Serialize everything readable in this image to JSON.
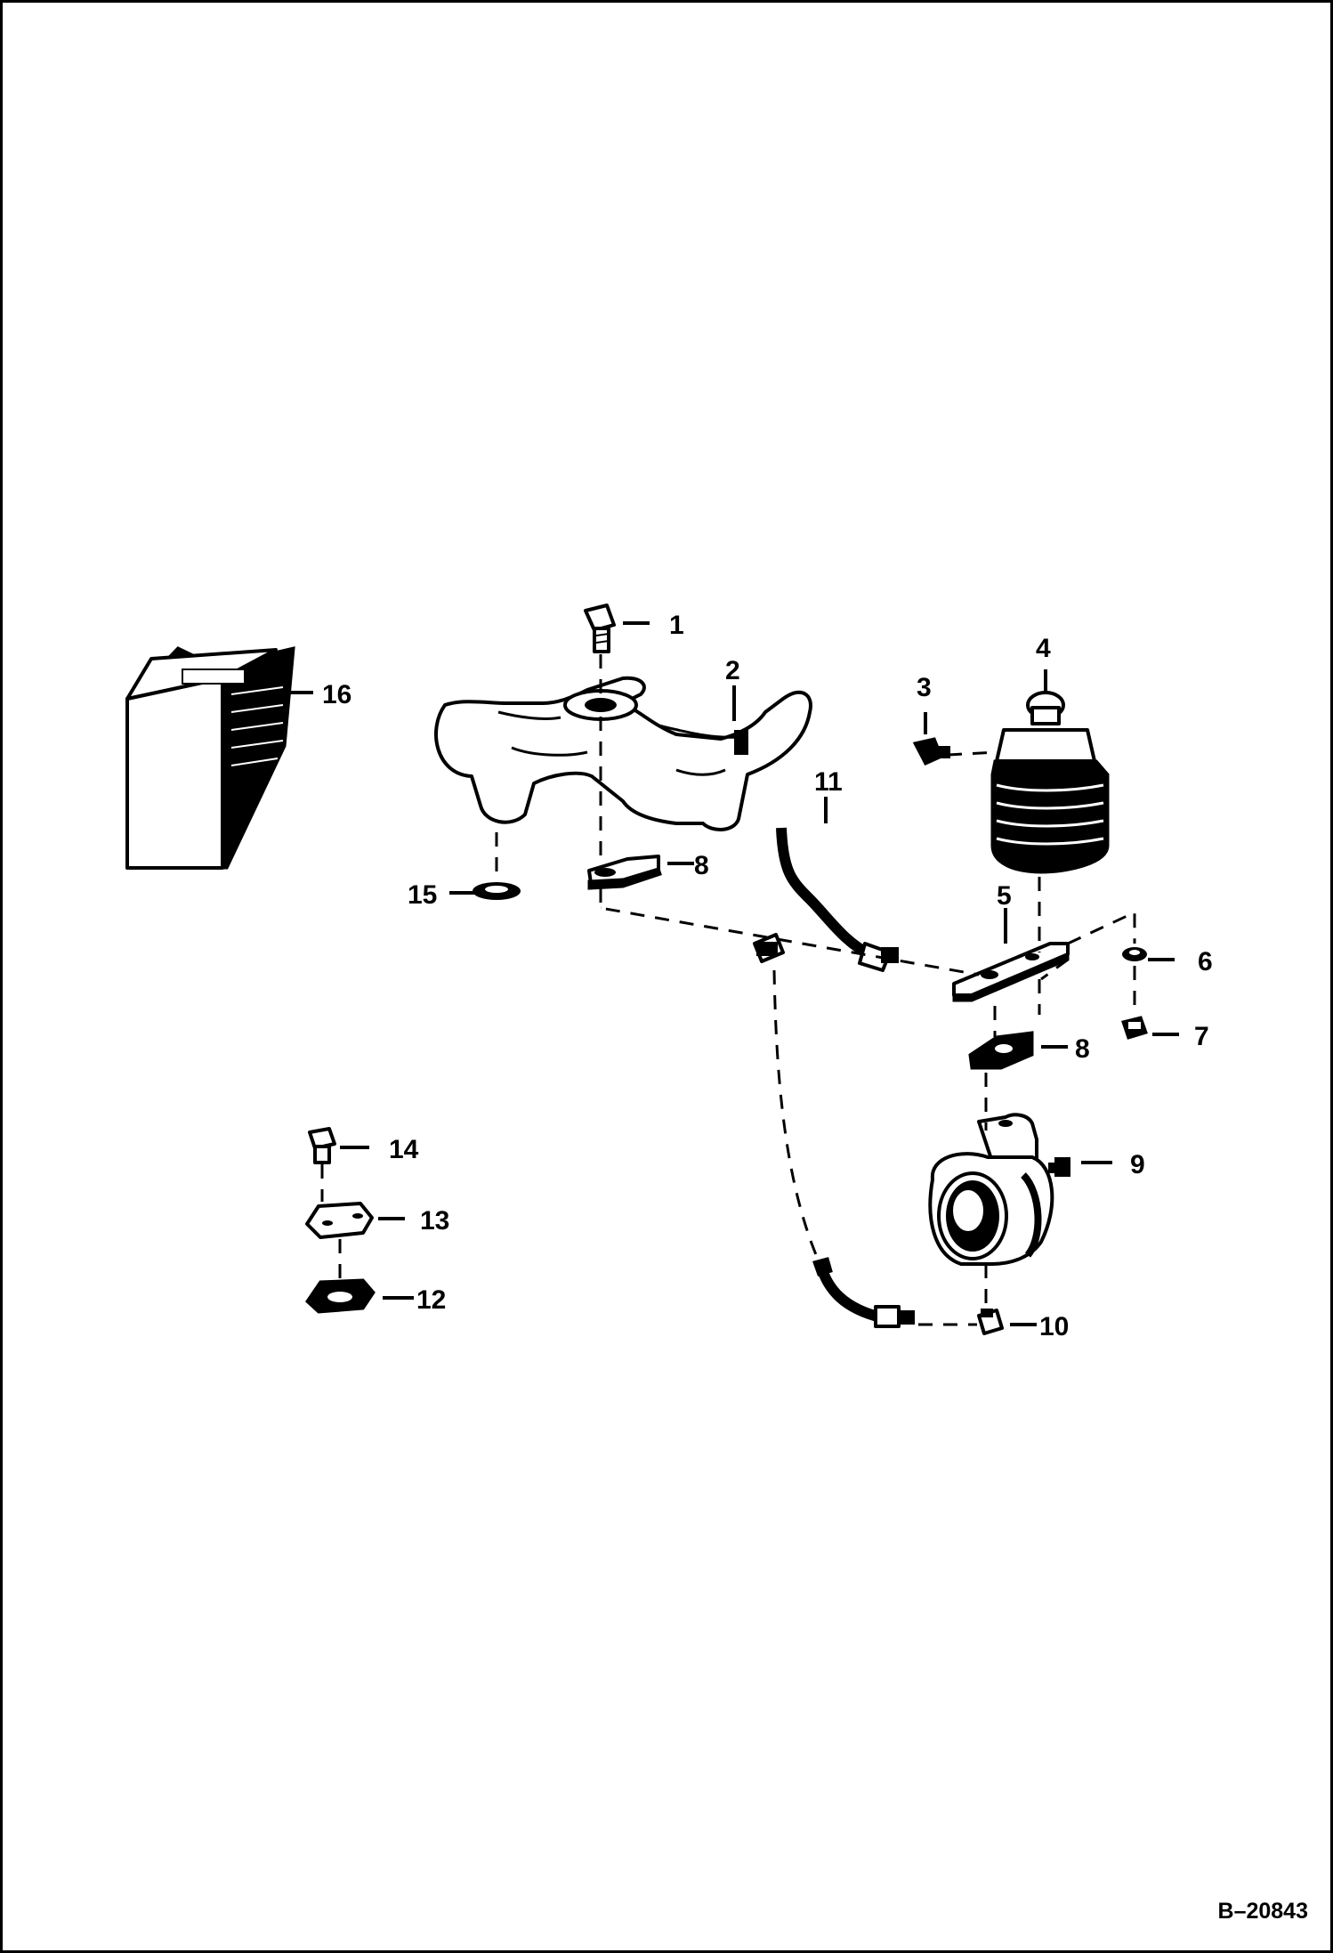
{
  "diagram": {
    "callouts": [
      {
        "id": "c1",
        "label": "1"
      },
      {
        "id": "c2",
        "label": "2"
      },
      {
        "id": "c3",
        "label": "3"
      },
      {
        "id": "c4",
        "label": "4"
      },
      {
        "id": "c5",
        "label": "5"
      },
      {
        "id": "c6",
        "label": "6"
      },
      {
        "id": "c7",
        "label": "7"
      },
      {
        "id": "c8a",
        "label": "8"
      },
      {
        "id": "c8b",
        "label": "8"
      },
      {
        "id": "c9",
        "label": "9"
      },
      {
        "id": "c10",
        "label": "10"
      },
      {
        "id": "c11",
        "label": "11"
      },
      {
        "id": "c12",
        "label": "12"
      },
      {
        "id": "c13",
        "label": "13"
      },
      {
        "id": "c14",
        "label": "14"
      },
      {
        "id": "c15",
        "label": "15"
      },
      {
        "id": "c16",
        "label": "16"
      }
    ],
    "document_id": "B–20843"
  }
}
